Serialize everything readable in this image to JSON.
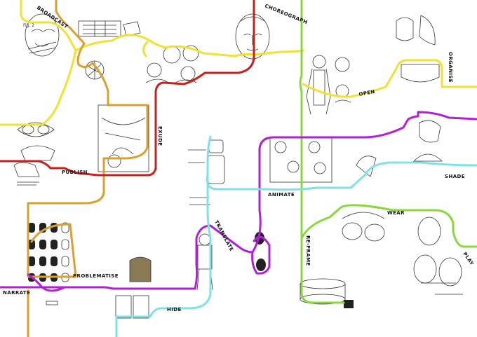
{
  "colors": {
    "yellow": "#f2e130",
    "orange": "#d9a030",
    "red": "#c8201c",
    "green": "#88d83a",
    "magenta": "#b21fd6",
    "cyan": "#7fe0ea",
    "ink": "#111111"
  },
  "labels": {
    "broadcast": "BROADCAST",
    "choreograph": "CHOREOGRAPH",
    "organise": "ORGANISE",
    "open": "OPEN",
    "exude": "EXUDE",
    "publish": "PUBLISH",
    "animate": "ANIMATE",
    "shade": "SHADE",
    "translate": "TRANSLATE",
    "wear": "WEAR",
    "reframe": "RE-FRAME",
    "play": "PLAY",
    "problematise": "PROBLEMATISE",
    "narrate": "NARRATE",
    "hide": "HIDE"
  }
}
